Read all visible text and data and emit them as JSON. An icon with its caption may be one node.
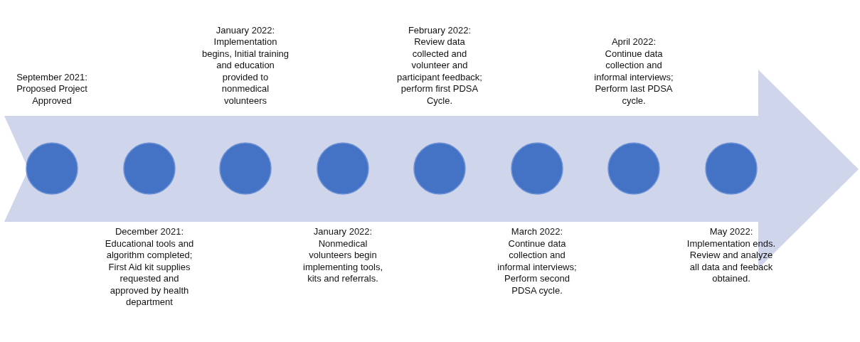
{
  "diagram": {
    "nodes": [
      {
        "text": [],
        "shape": "arrow"
      },
      {
        "text": [],
        "shape": "circle",
        "in": 0,
        "beside": [
          "September 2021:",
          "Proposed Project Approved"
        ]
      },
      {
        "text": [],
        "shape": "circle",
        "in": 0,
        "beside": [
          "December 2021:",
          "Educational tools and algorithm completed; First Aid kit supplies requested and approved by health department"
        ]
      },
      {
        "text": [],
        "shape": "circle",
        "in": 0,
        "beside": [
          "January 2022:",
          "Implementation begins, Initial training and education provided to nonmedical volunteers"
        ]
      },
      {
        "text": [],
        "shape": "circle",
        "in": 0,
        "beside": [
          "January 2022:",
          "Nonmedical volunteers begin implementing tools, kits and referrals."
        ]
      },
      {
        "text": [],
        "shape": "circle",
        "in": 0,
        "beside": [
          "February 2022:",
          "Review data collected and volunteer and participant feedback; perform first PDSA Cycle."
        ]
      },
      {
        "text": [],
        "shape": "circle",
        "in": 0,
        "beside": [
          "March 2022:",
          "Continue data collection and informal interviews; Perform second PDSA cycle."
        ]
      },
      {
        "text": [],
        "shape": "circle",
        "in": 0,
        "beside": [
          "April 2022:",
          "Continue data collection and informal interviews; Perform last PDSA cycle."
        ]
      },
      {
        "text": [],
        "shape": "circle",
        "in": 0,
        "beside": [
          "May 2022:",
          "Implementation ends. Review and analyze all data and feeback obtained."
        ]
      }
    ]
  }
}
